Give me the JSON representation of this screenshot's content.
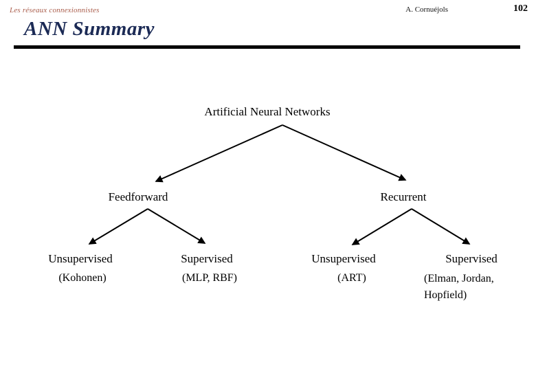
{
  "header": {
    "course_label": "Les réseaux connexionnistes",
    "author": "A. Cornuéjols",
    "page_number": "102",
    "title": "ANN Summary"
  },
  "diagram": {
    "root": "Artificial Neural Networks",
    "branches": [
      {
        "label": "Feedforward"
      },
      {
        "label": "Recurrent"
      }
    ],
    "leaves": [
      {
        "label": "Unsupervised",
        "detail": "(Kohonen)"
      },
      {
        "label": "Supervised",
        "detail": "(MLP, RBF)"
      },
      {
        "label": "Unsupervised",
        "detail": "(ART)"
      },
      {
        "label": "Supervised",
        "detail": "(Elman, Jordan, Hopfield)"
      }
    ]
  },
  "colors": {
    "title": "#1b2a55",
    "accent": "#a85a48",
    "line": "#000000"
  }
}
